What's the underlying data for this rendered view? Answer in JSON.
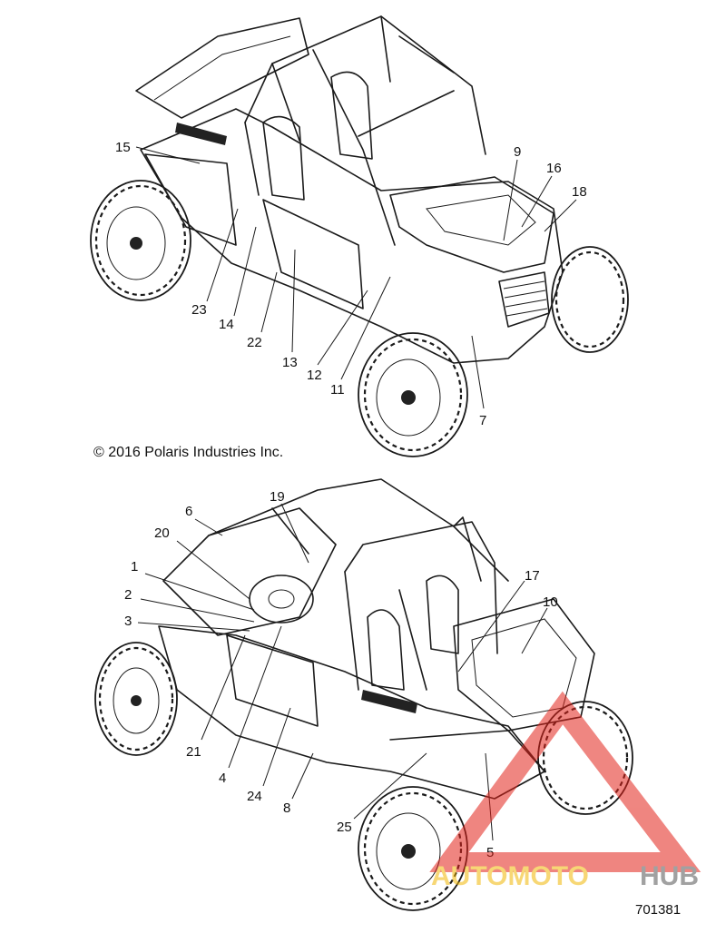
{
  "copyright": "© 2016 Polaris Industries Inc.",
  "reference_number": "701381",
  "watermark": {
    "part1": "AUTOMOTO",
    "part2": "HUB",
    "color_red": "#e2231a",
    "color_yellow": "#f2b705",
    "color_dark": "#555555"
  },
  "top_view": {
    "callouts": [
      {
        "id": "15",
        "label": "15"
      },
      {
        "id": "9",
        "label": "9"
      },
      {
        "id": "16",
        "label": "16"
      },
      {
        "id": "18",
        "label": "18"
      },
      {
        "id": "23",
        "label": "23"
      },
      {
        "id": "14",
        "label": "14"
      },
      {
        "id": "22",
        "label": "22"
      },
      {
        "id": "13",
        "label": "13"
      },
      {
        "id": "12",
        "label": "12"
      },
      {
        "id": "11",
        "label": "11"
      },
      {
        "id": "7",
        "label": "7"
      }
    ]
  },
  "bottom_view": {
    "callouts": [
      {
        "id": "6",
        "label": "6"
      },
      {
        "id": "19",
        "label": "19"
      },
      {
        "id": "20",
        "label": "20"
      },
      {
        "id": "1",
        "label": "1"
      },
      {
        "id": "2",
        "label": "2"
      },
      {
        "id": "3",
        "label": "3"
      },
      {
        "id": "17",
        "label": "17"
      },
      {
        "id": "10",
        "label": "10"
      },
      {
        "id": "21",
        "label": "21"
      },
      {
        "id": "4",
        "label": "4"
      },
      {
        "id": "24",
        "label": "24"
      },
      {
        "id": "8",
        "label": "8"
      },
      {
        "id": "25",
        "label": "25"
      },
      {
        "id": "5",
        "label": "5"
      }
    ]
  }
}
